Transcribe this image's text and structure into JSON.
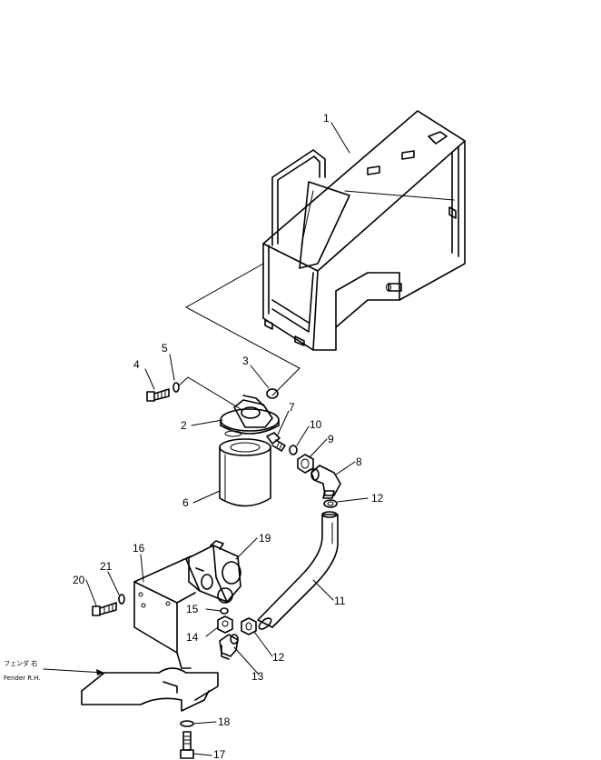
{
  "callouts": [
    {
      "id": "c1",
      "text": "1"
    },
    {
      "id": "c2",
      "text": "2"
    },
    {
      "id": "c3",
      "text": "3"
    },
    {
      "id": "c4",
      "text": "4"
    },
    {
      "id": "c5",
      "text": "5"
    },
    {
      "id": "c6",
      "text": "6"
    },
    {
      "id": "c7",
      "text": "7"
    },
    {
      "id": "c8",
      "text": "8"
    },
    {
      "id": "c9",
      "text": "9"
    },
    {
      "id": "c10",
      "text": "10"
    },
    {
      "id": "c11",
      "text": "11"
    },
    {
      "id": "c12a",
      "text": "12"
    },
    {
      "id": "c12b",
      "text": "12"
    },
    {
      "id": "c13",
      "text": "13"
    },
    {
      "id": "c14",
      "text": "14"
    },
    {
      "id": "c15",
      "text": "15"
    },
    {
      "id": "c16",
      "text": "16"
    },
    {
      "id": "c17",
      "text": "17"
    },
    {
      "id": "c18",
      "text": "18"
    },
    {
      "id": "c19",
      "text": "19"
    },
    {
      "id": "c20",
      "text": "20"
    },
    {
      "id": "c21",
      "text": "21"
    }
  ],
  "fender_label": {
    "japanese": "フェンダ 右",
    "english": "Fender R.H."
  }
}
